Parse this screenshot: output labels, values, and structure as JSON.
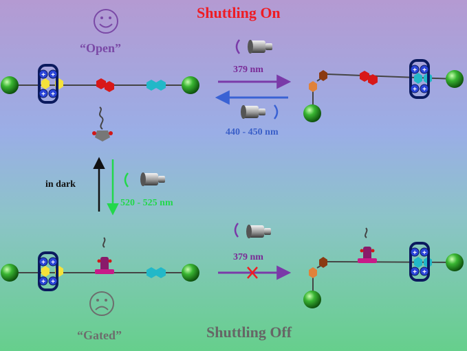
{
  "title_on": "Shuttling On",
  "title_off": "Shuttling Off",
  "state_open": "“Open”",
  "state_gated": "“Gated”",
  "light": {
    "uv_forward": "379 nm",
    "visible_reverse": "440 - 450 nm",
    "green_release": "520 - 525 nm",
    "uv_blocked": "379 nm",
    "dark": "in dark"
  },
  "icons": {
    "happy_face": "smiley-face-icon",
    "sad_face": "sad-face-icon",
    "lamp": "flashlight-icon",
    "blocked": "cross-icon"
  },
  "colors": {
    "title_on": "#ee1c24",
    "title_off": "#666666",
    "open_label": "#7a49a6",
    "gated_label": "#6d6d6d",
    "uv_arrow": "#7a3aa8",
    "visible_arrow": "#3a62d4",
    "green_arrow": "#22d84a",
    "stopper": "#1f8f1f",
    "macrocycle": "#1e2ea8",
    "azobenzene_station": "#cc1a1a",
    "second_station": "#22b8c8"
  }
}
